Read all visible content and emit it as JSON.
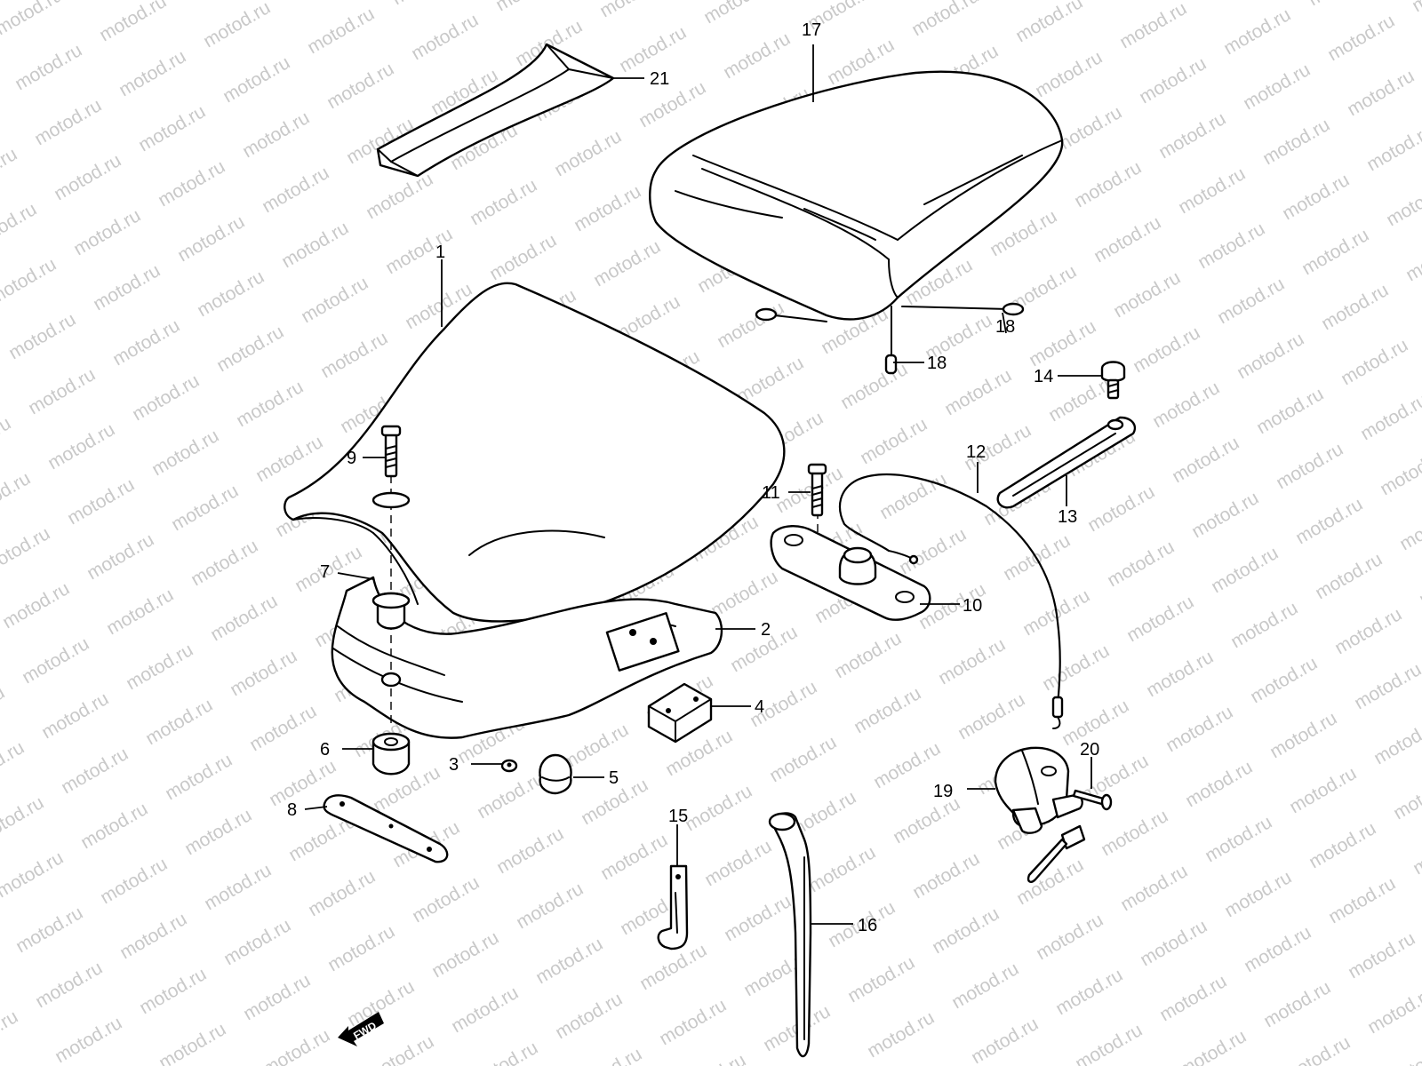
{
  "watermark": {
    "text": "motod.ru"
  },
  "fwd_label": "FWD",
  "callouts": [
    {
      "id": "c1",
      "label": "1"
    },
    {
      "id": "c2",
      "label": "2"
    },
    {
      "id": "c3",
      "label": "3"
    },
    {
      "id": "c4",
      "label": "4"
    },
    {
      "id": "c5",
      "label": "5"
    },
    {
      "id": "c6",
      "label": "6"
    },
    {
      "id": "c7",
      "label": "7"
    },
    {
      "id": "c8",
      "label": "8"
    },
    {
      "id": "c9",
      "label": "9"
    },
    {
      "id": "c10",
      "label": "10"
    },
    {
      "id": "c11",
      "label": "11"
    },
    {
      "id": "c12",
      "label": "12"
    },
    {
      "id": "c13",
      "label": "13"
    },
    {
      "id": "c14",
      "label": "14"
    },
    {
      "id": "c15",
      "label": "15"
    },
    {
      "id": "c16",
      "label": "16"
    },
    {
      "id": "c17",
      "label": "17"
    },
    {
      "id": "c18a",
      "label": "18"
    },
    {
      "id": "c18b",
      "label": "18"
    },
    {
      "id": "c19",
      "label": "19"
    },
    {
      "id": "c20",
      "label": "20"
    },
    {
      "id": "c21",
      "label": "21"
    }
  ]
}
